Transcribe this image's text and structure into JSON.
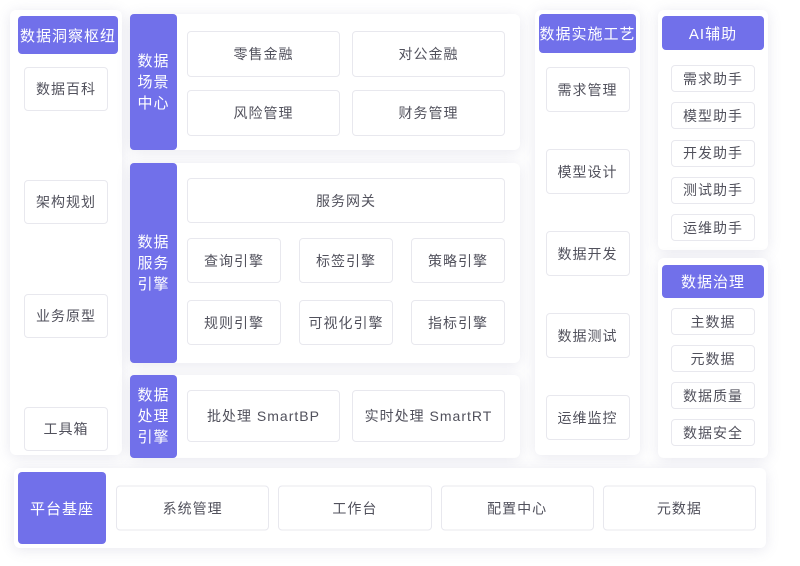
{
  "theme": {
    "accent": "#7170EA",
    "box_border": "#E8E8EE",
    "text": "#51515C"
  },
  "insight_hub": {
    "title": "数据洞察枢纽",
    "items": [
      "数据百科",
      "架构规划",
      "业务原型",
      "工具箱"
    ]
  },
  "scene_center": {
    "title": "数据场景中心",
    "title_lines": [
      "数据",
      "场景",
      "中心"
    ],
    "items": [
      "零售金融",
      "对公金融",
      "风险管理",
      "财务管理"
    ]
  },
  "service_engine": {
    "title": "数据服务引擎",
    "title_lines": [
      "数据",
      "服务",
      "引擎"
    ],
    "gateway": "服务网关",
    "items": [
      "查询引擎",
      "标签引擎",
      "策略引擎",
      "规则引擎",
      "可视化引擎",
      "指标引擎"
    ]
  },
  "processing_engine": {
    "title": "数据处理引擎",
    "title_lines": [
      "数据",
      "处理",
      "引擎"
    ],
    "items": [
      "批处理 SmartBP",
      "实时处理 SmartRT"
    ]
  },
  "implementation": {
    "title": "数据实施工艺",
    "items": [
      "需求管理",
      "模型设计",
      "数据开发",
      "数据测试",
      "运维监控"
    ]
  },
  "ai_assist": {
    "title": "AI辅助",
    "items": [
      "需求助手",
      "模型助手",
      "开发助手",
      "测试助手",
      "运维助手"
    ]
  },
  "governance": {
    "title": "数据治理",
    "items": [
      "主数据",
      "元数据",
      "数据质量",
      "数据安全"
    ]
  },
  "platform_base": {
    "title": "平台基座",
    "items": [
      "系统管理",
      "工作台",
      "配置中心",
      "元数据"
    ]
  }
}
